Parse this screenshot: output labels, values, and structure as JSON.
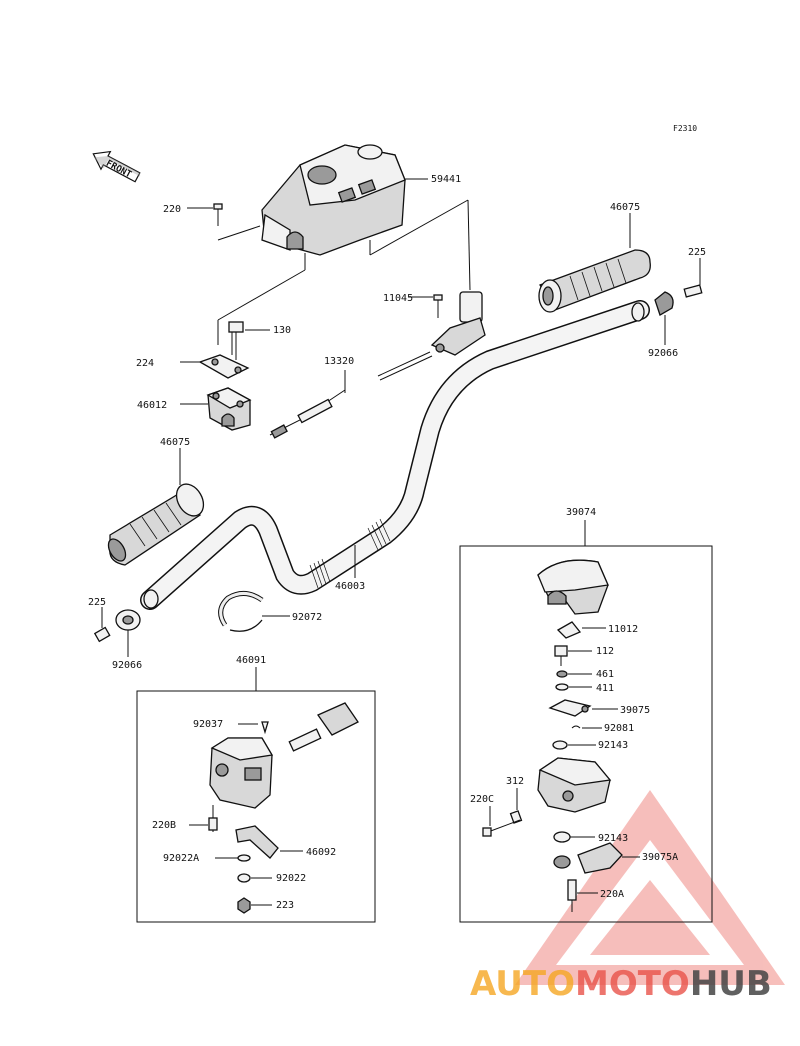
{
  "figure_code": "F2310",
  "front_label": "FRONT",
  "callouts": [
    {
      "id": "p59441",
      "text": "59441"
    },
    {
      "id": "p220",
      "text": "220"
    },
    {
      "id": "p46075a",
      "text": "46075"
    },
    {
      "id": "p225a",
      "text": "225"
    },
    {
      "id": "p224",
      "text": "224"
    },
    {
      "id": "p130",
      "text": "130"
    },
    {
      "id": "p11045",
      "text": "11045"
    },
    {
      "id": "p13320",
      "text": "13320"
    },
    {
      "id": "p92066a",
      "text": "92066"
    },
    {
      "id": "p46012",
      "text": "46012"
    },
    {
      "id": "p46075b",
      "text": "46075"
    },
    {
      "id": "p39074",
      "text": "39074"
    },
    {
      "id": "p46003",
      "text": "46003"
    },
    {
      "id": "p225b",
      "text": "225"
    },
    {
      "id": "p92072",
      "text": "92072"
    },
    {
      "id": "p92066b",
      "text": "92066"
    },
    {
      "id": "p46091",
      "text": "46091"
    },
    {
      "id": "p11012",
      "text": "11012"
    },
    {
      "id": "p112",
      "text": "112"
    },
    {
      "id": "p461",
      "text": "461"
    },
    {
      "id": "p411",
      "text": "411"
    },
    {
      "id": "p39075",
      "text": "39075"
    },
    {
      "id": "p92081",
      "text": "92081"
    },
    {
      "id": "p92143a",
      "text": "92143"
    },
    {
      "id": "p92037",
      "text": "92037"
    },
    {
      "id": "p312",
      "text": "312"
    },
    {
      "id": "p220C",
      "text": "220C"
    },
    {
      "id": "p92143b",
      "text": "92143"
    },
    {
      "id": "p39075A",
      "text": "39075A"
    },
    {
      "id": "p220B",
      "text": "220B"
    },
    {
      "id": "p92022A",
      "text": "92022A"
    },
    {
      "id": "p46092",
      "text": "46092"
    },
    {
      "id": "p92022",
      "text": "92022"
    },
    {
      "id": "p223",
      "text": "223"
    },
    {
      "id": "p220A",
      "text": "220A"
    }
  ],
  "watermark": {
    "part1": "AUTO",
    "part2": "MOTO",
    "part3": "HUB",
    "color1": "#f5a623",
    "color2": "#e8524a",
    "color3": "#444444"
  }
}
